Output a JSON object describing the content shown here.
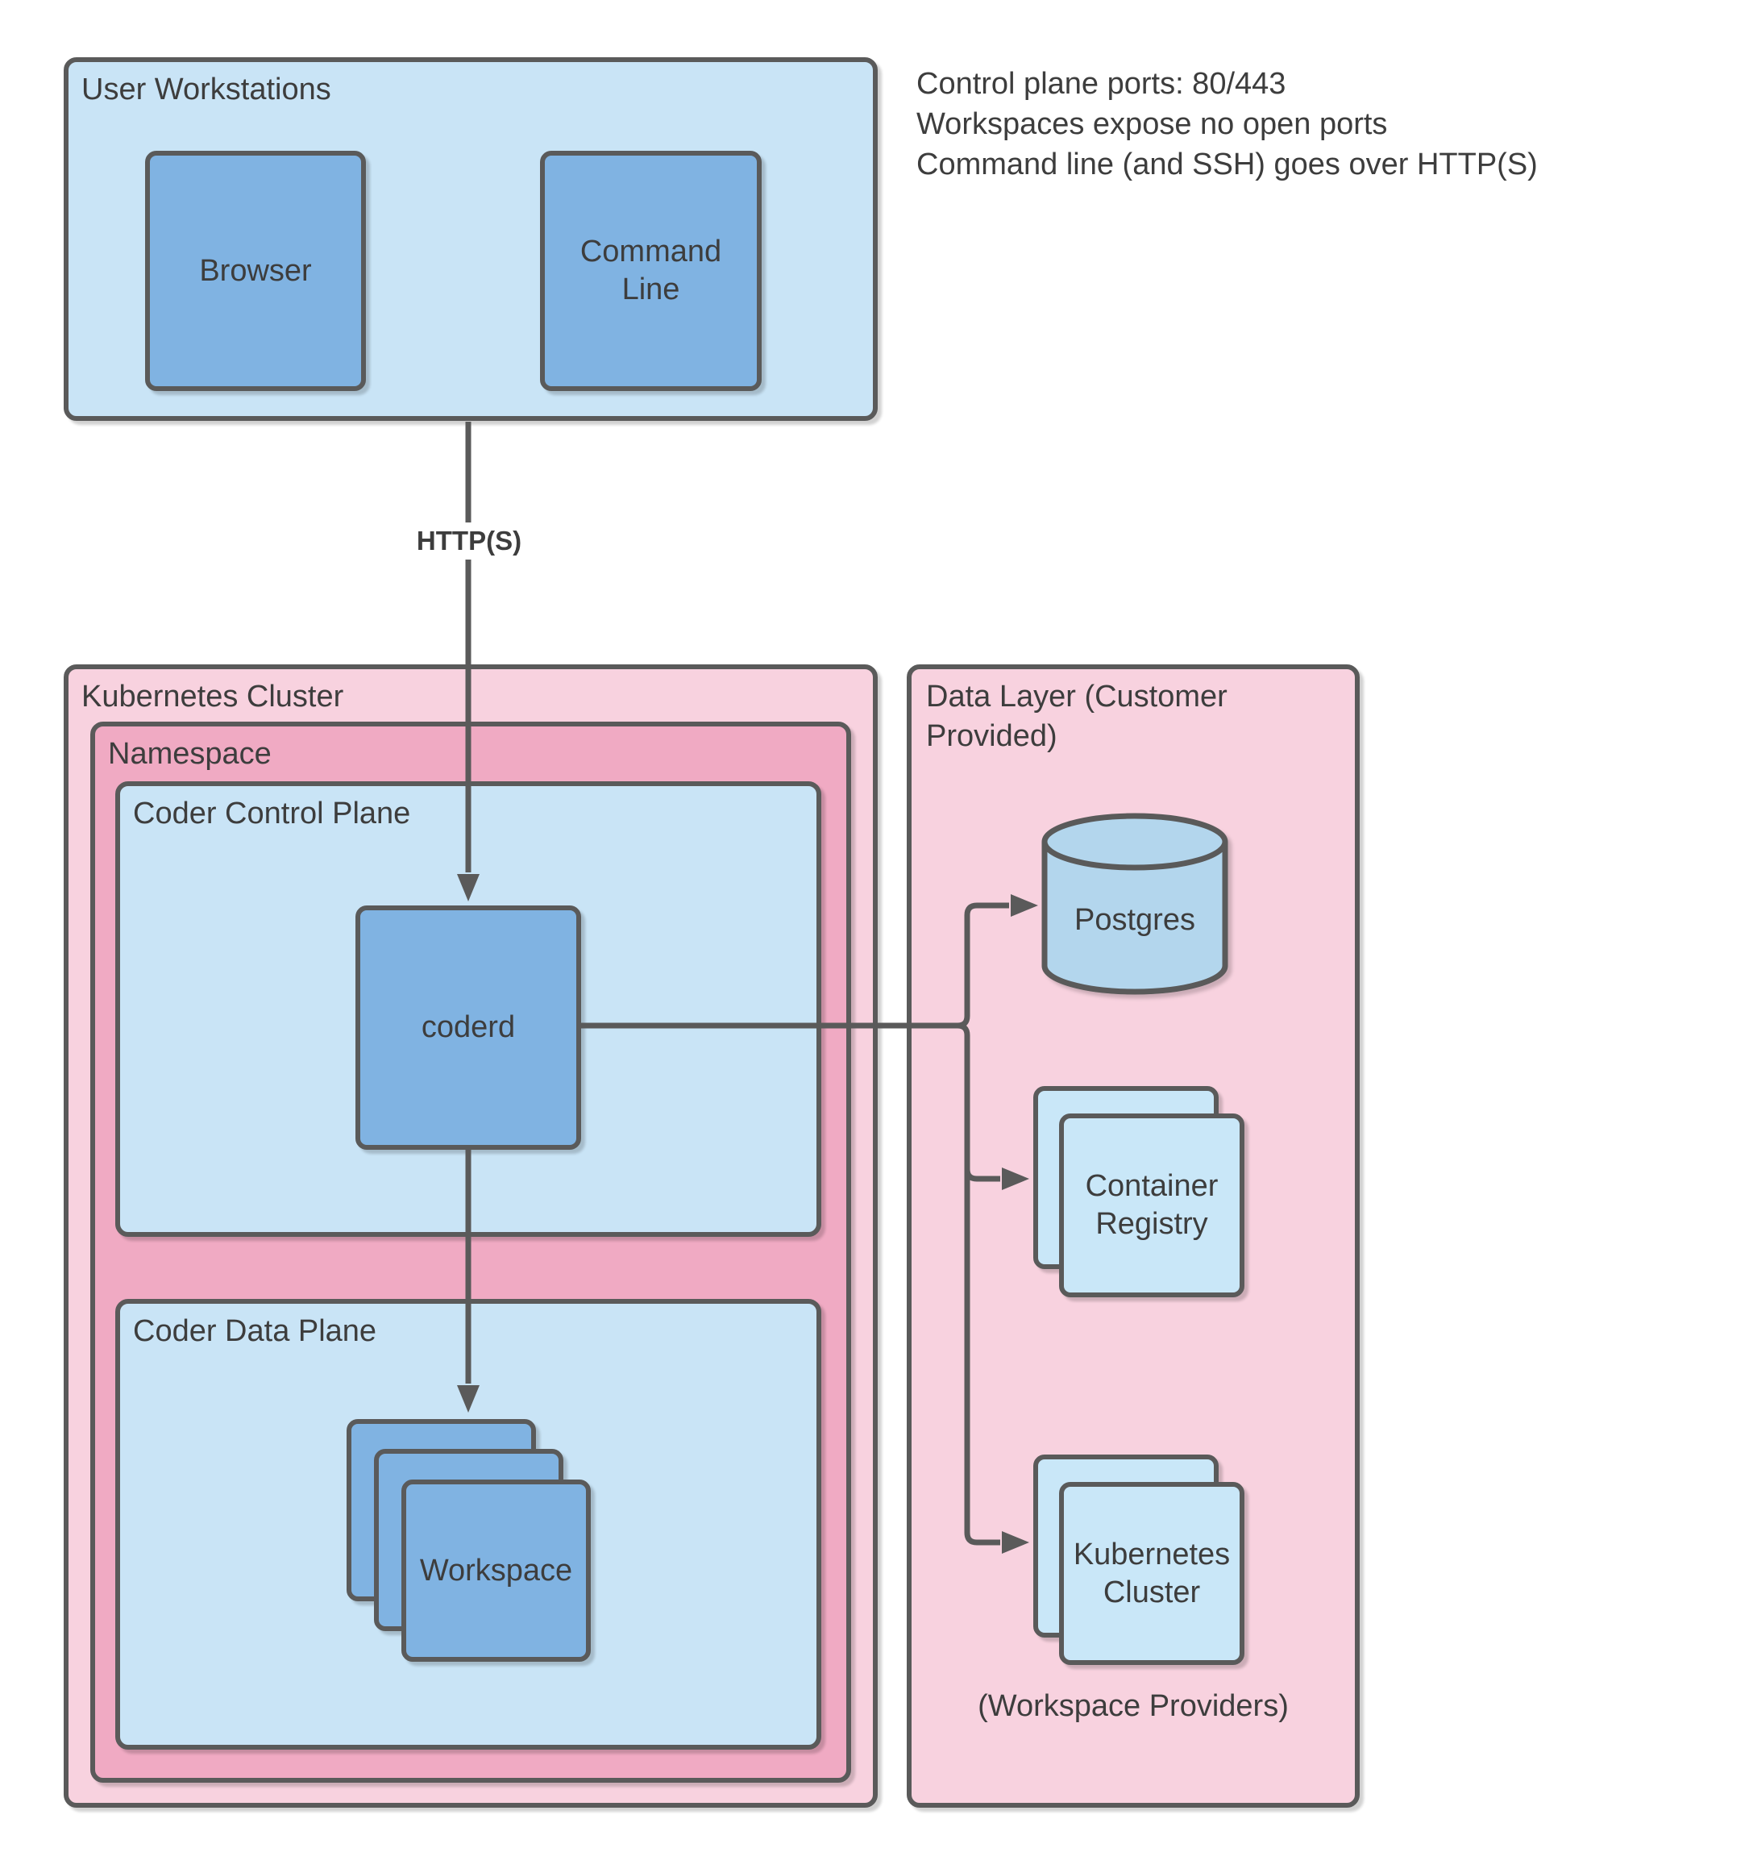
{
  "colors": {
    "outer_pink": "#f8d2df",
    "ns_pink": "#f0aac3",
    "panel_blue": "#c9e4f6",
    "box_blue": "#80b3e2",
    "stack_blue": "#c9e7f8",
    "cyl_blue": "#b3d6ed",
    "stroke": "#5a5a5a",
    "text": "#3d3d3d"
  },
  "user_workstations": {
    "label": "User Workstations",
    "browser_label": "Browser",
    "command_line_label": "Command Line"
  },
  "annotations": {
    "lines": [
      "Control plane ports: 80/443",
      "Workspaces expose no open ports",
      "Command line (and SSH) goes over HTTP(S)"
    ]
  },
  "http_arrow": {
    "label": "HTTP(S)"
  },
  "kubernetes_cluster": {
    "label": "Kubernetes Cluster",
    "namespace": {
      "label": "Namespace",
      "control_plane": {
        "label": "Coder Control Plane",
        "coderd_label": "coderd"
      },
      "data_plane": {
        "label": "Coder Data Plane",
        "workspace_label": "Workspace"
      }
    }
  },
  "data_layer": {
    "label": "Data Layer (Customer Provided)",
    "postgres_label": "Postgres",
    "container_registry_label": "Container Registry",
    "kubernetes_cluster_label": "Kubernetes Cluster",
    "workspace_providers_label": "(Workspace Providers)"
  }
}
